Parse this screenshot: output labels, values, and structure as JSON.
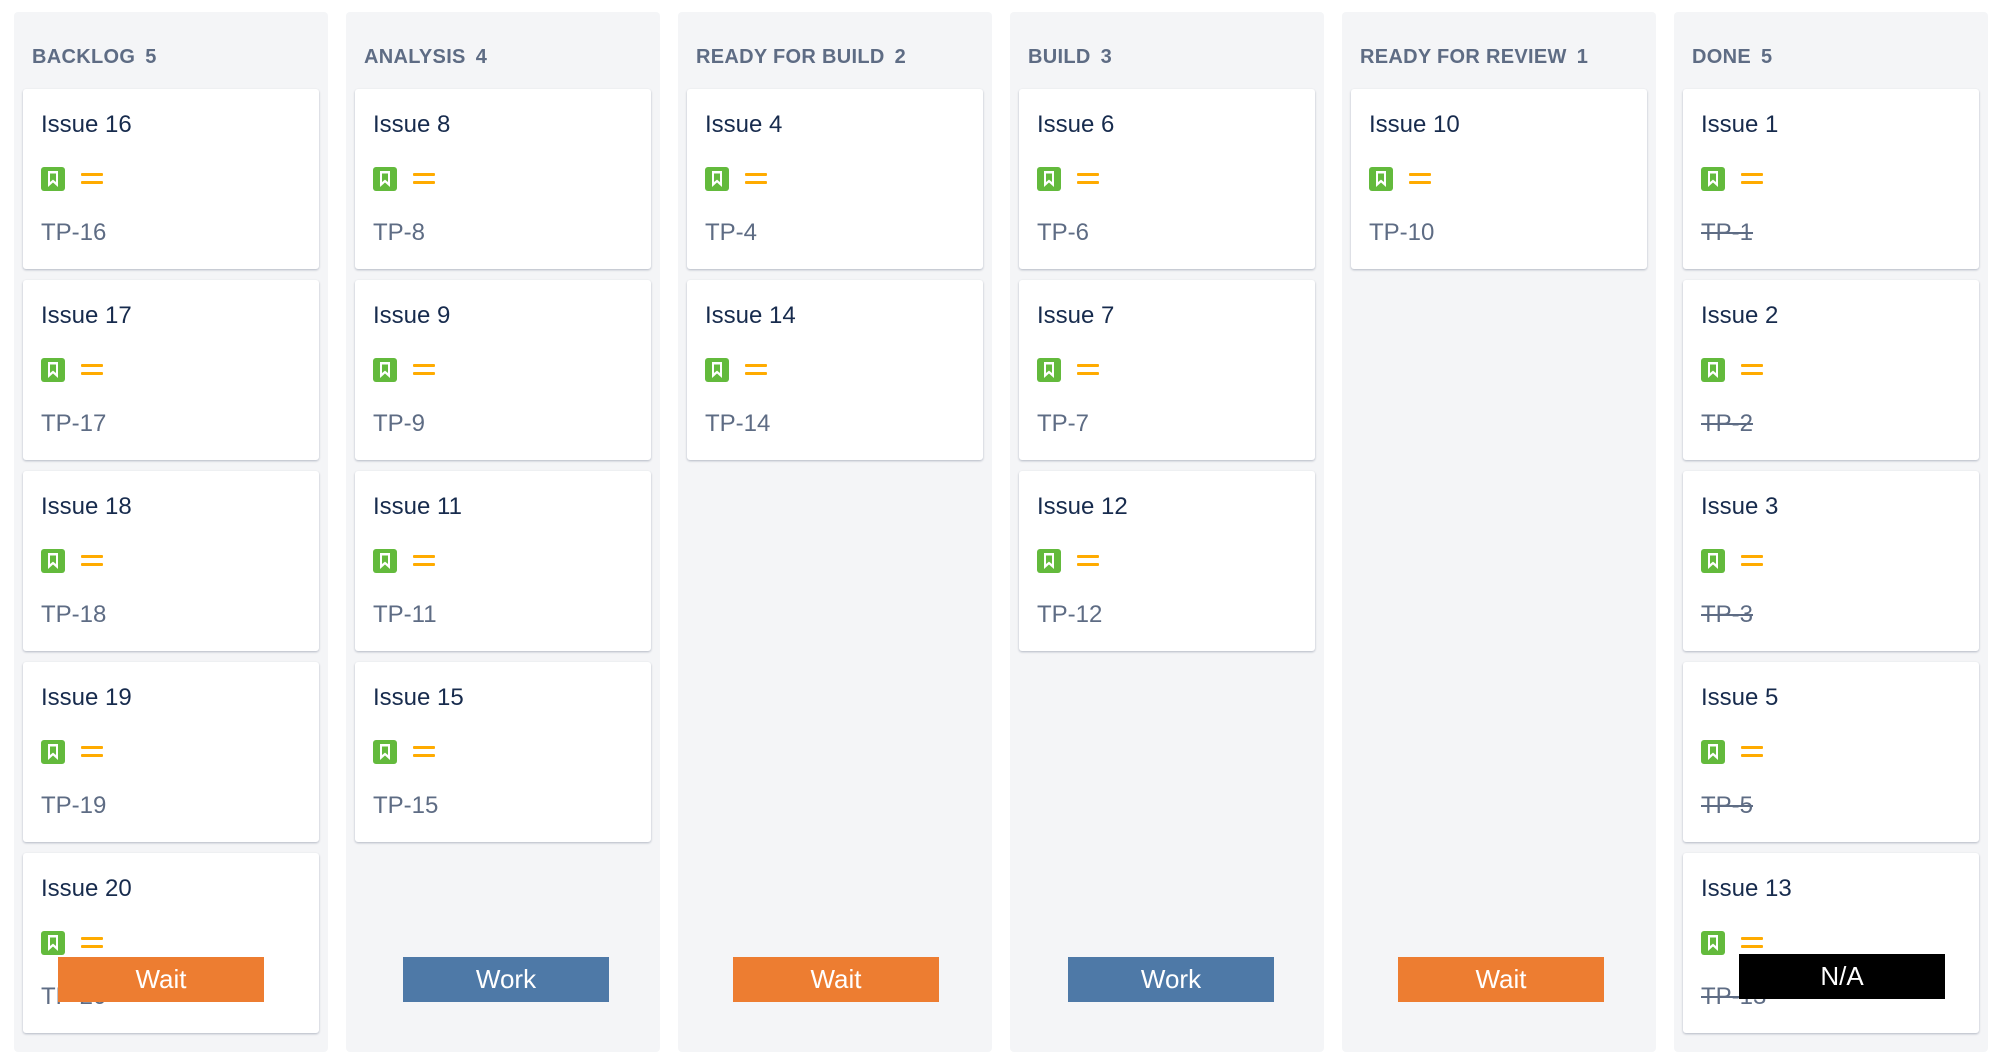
{
  "columns": [
    {
      "title": "BACKLOG",
      "count": "5",
      "done": false,
      "cards": [
        {
          "summary": "Issue 16",
          "key": "TP-16"
        },
        {
          "summary": "Issue 17",
          "key": "TP-17"
        },
        {
          "summary": "Issue 18",
          "key": "TP-18"
        },
        {
          "summary": "Issue 19",
          "key": "TP-19"
        },
        {
          "summary": "Issue 20",
          "key": "TP-20"
        }
      ]
    },
    {
      "title": "ANALYSIS",
      "count": "4",
      "done": false,
      "cards": [
        {
          "summary": "Issue 8",
          "key": "TP-8"
        },
        {
          "summary": "Issue 9",
          "key": "TP-9"
        },
        {
          "summary": "Issue 11",
          "key": "TP-11"
        },
        {
          "summary": "Issue 15",
          "key": "TP-15"
        }
      ]
    },
    {
      "title": "READY FOR BUILD",
      "count": "2",
      "done": false,
      "cards": [
        {
          "summary": "Issue 4",
          "key": "TP-4"
        },
        {
          "summary": "Issue 14",
          "key": "TP-14"
        }
      ]
    },
    {
      "title": "BUILD",
      "count": "3",
      "done": false,
      "cards": [
        {
          "summary": "Issue 6",
          "key": "TP-6"
        },
        {
          "summary": "Issue 7",
          "key": "TP-7"
        },
        {
          "summary": "Issue 12",
          "key": "TP-12"
        }
      ]
    },
    {
      "title": "READY FOR REVIEW",
      "count": "1",
      "done": false,
      "cards": [
        {
          "summary": "Issue 10",
          "key": "TP-10"
        }
      ]
    },
    {
      "title": "DONE",
      "count": "5",
      "done": true,
      "cards": [
        {
          "summary": "Issue 1",
          "key": "TP-1"
        },
        {
          "summary": "Issue 2",
          "key": "TP-2"
        },
        {
          "summary": "Issue 3",
          "key": "TP-3"
        },
        {
          "summary": "Issue 5",
          "key": "TP-5"
        },
        {
          "summary": "Issue 13",
          "key": "TP-13"
        }
      ]
    }
  ],
  "icons": {
    "issue_type": "story-bookmark-icon",
    "priority": "priority-medium-icon"
  },
  "colors": {
    "story": "#63ba3c",
    "priority_medium": "#ffab00",
    "wait": "#ed7d31",
    "work": "#4e79a7",
    "na": "#000000"
  },
  "overlays": [
    {
      "label": "Wait",
      "kind": "wait"
    },
    {
      "label": "Work",
      "kind": "work"
    },
    {
      "label": "Wait",
      "kind": "wait"
    },
    {
      "label": "Work",
      "kind": "work"
    },
    {
      "label": "Wait",
      "kind": "wait"
    },
    {
      "label": "N/A",
      "kind": "na"
    }
  ]
}
